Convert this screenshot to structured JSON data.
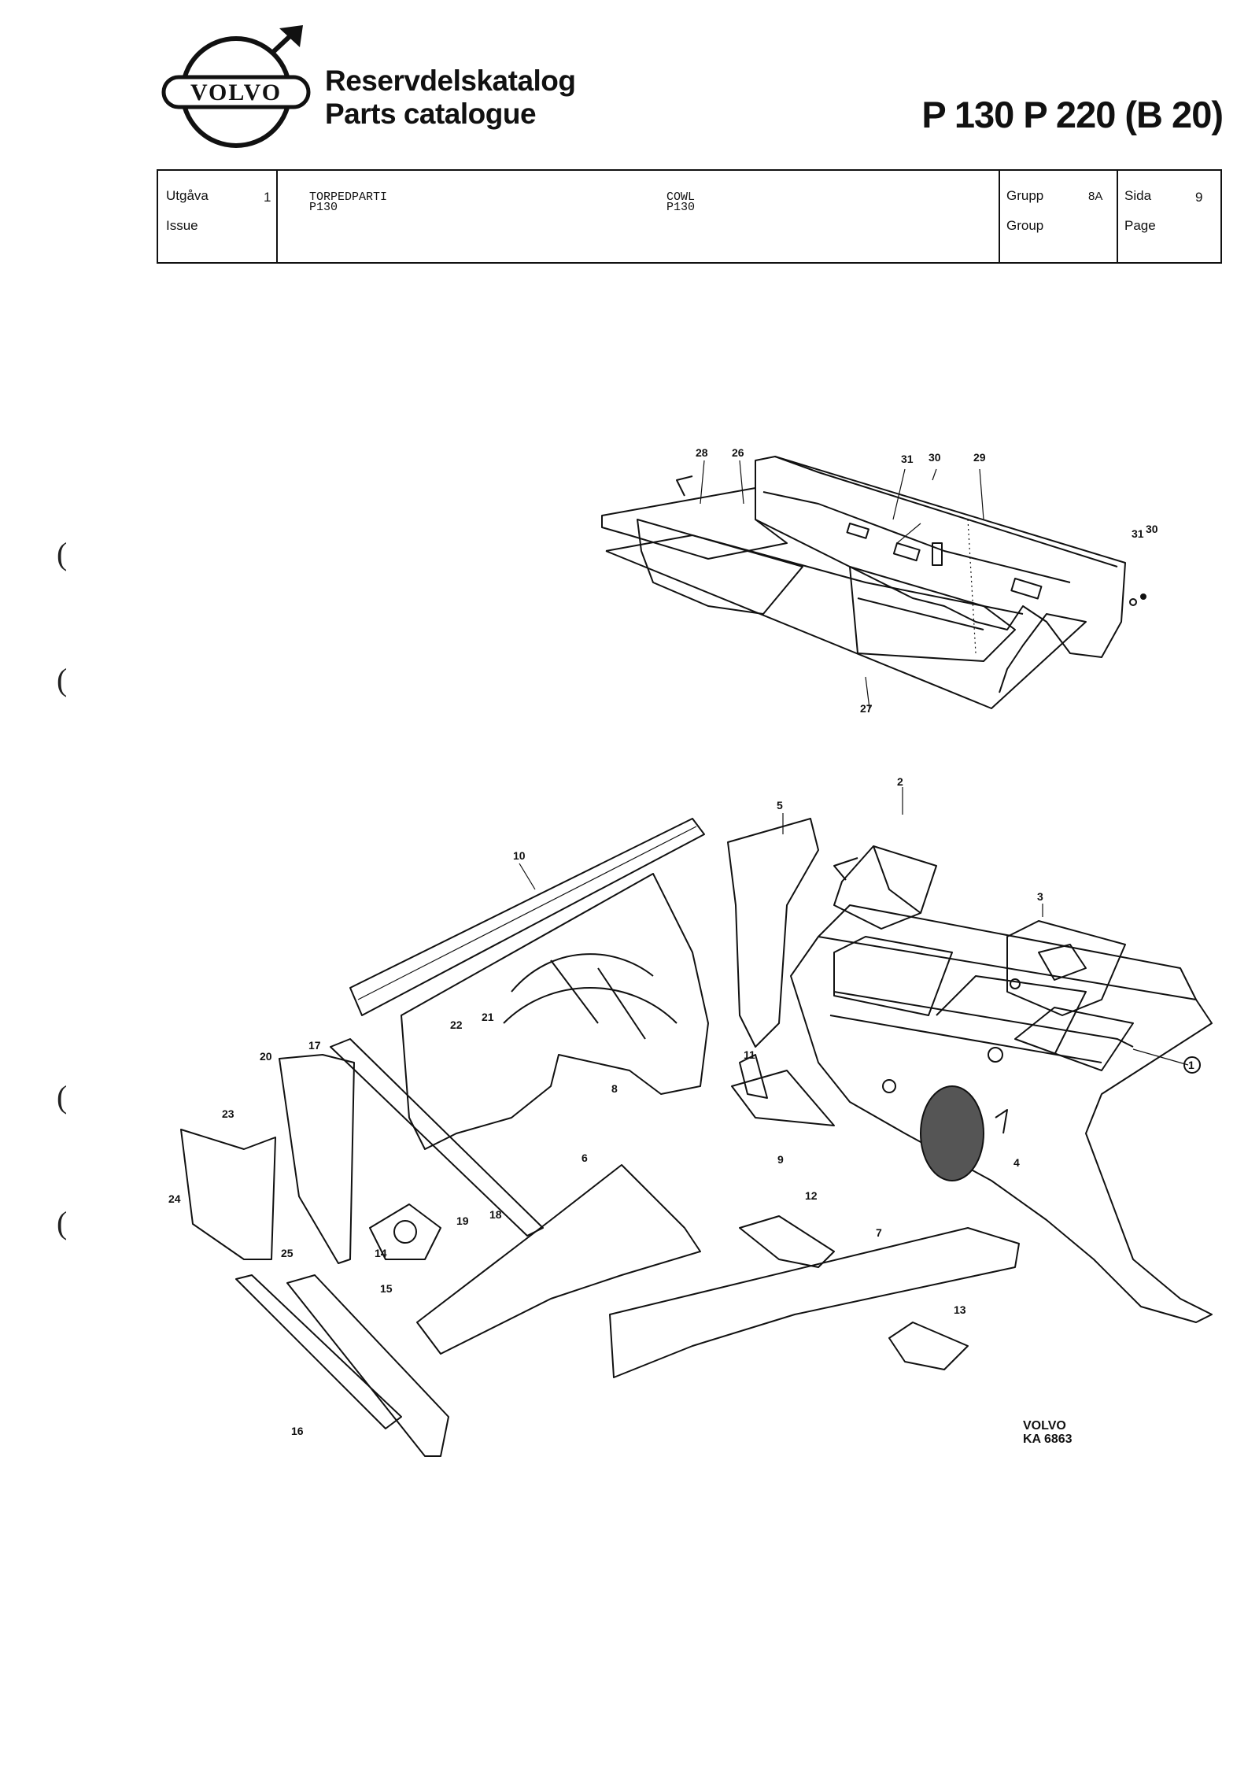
{
  "brand": {
    "logo_text": "VOLVO",
    "line1": "Reservdelskatalog",
    "line2": "Parts catalogue",
    "model": "P 130  P 220 (B 20)"
  },
  "header_table": {
    "issue_label_sv": "Utgåva",
    "issue_label_en": "Issue",
    "issue_value": "1",
    "title_sv": "TORPEDPARTI",
    "title_sv_sub": "P130",
    "title_en": "COWL",
    "title_en_sub": "P130",
    "group_label_sv": "Grupp",
    "group_label_en": "Group",
    "group_value": "8A",
    "page_label_sv": "Sida",
    "page_label_en": "Page",
    "page_value": "9"
  },
  "callouts": [
    "28",
    "26",
    "31",
    "30",
    "29",
    "31",
    "30",
    "27",
    "2",
    "5",
    "3",
    "10",
    "1",
    "21",
    "22",
    "17",
    "20",
    "8",
    "11",
    "23",
    "24",
    "6",
    "9",
    "4",
    "12",
    "19",
    "18",
    "25",
    "14",
    "7",
    "15",
    "13",
    "16"
  ],
  "drawing_code": {
    "line1": "VOLVO",
    "line2": "KA 6863"
  },
  "brackets": [
    "(",
    "(",
    "(",
    "("
  ]
}
